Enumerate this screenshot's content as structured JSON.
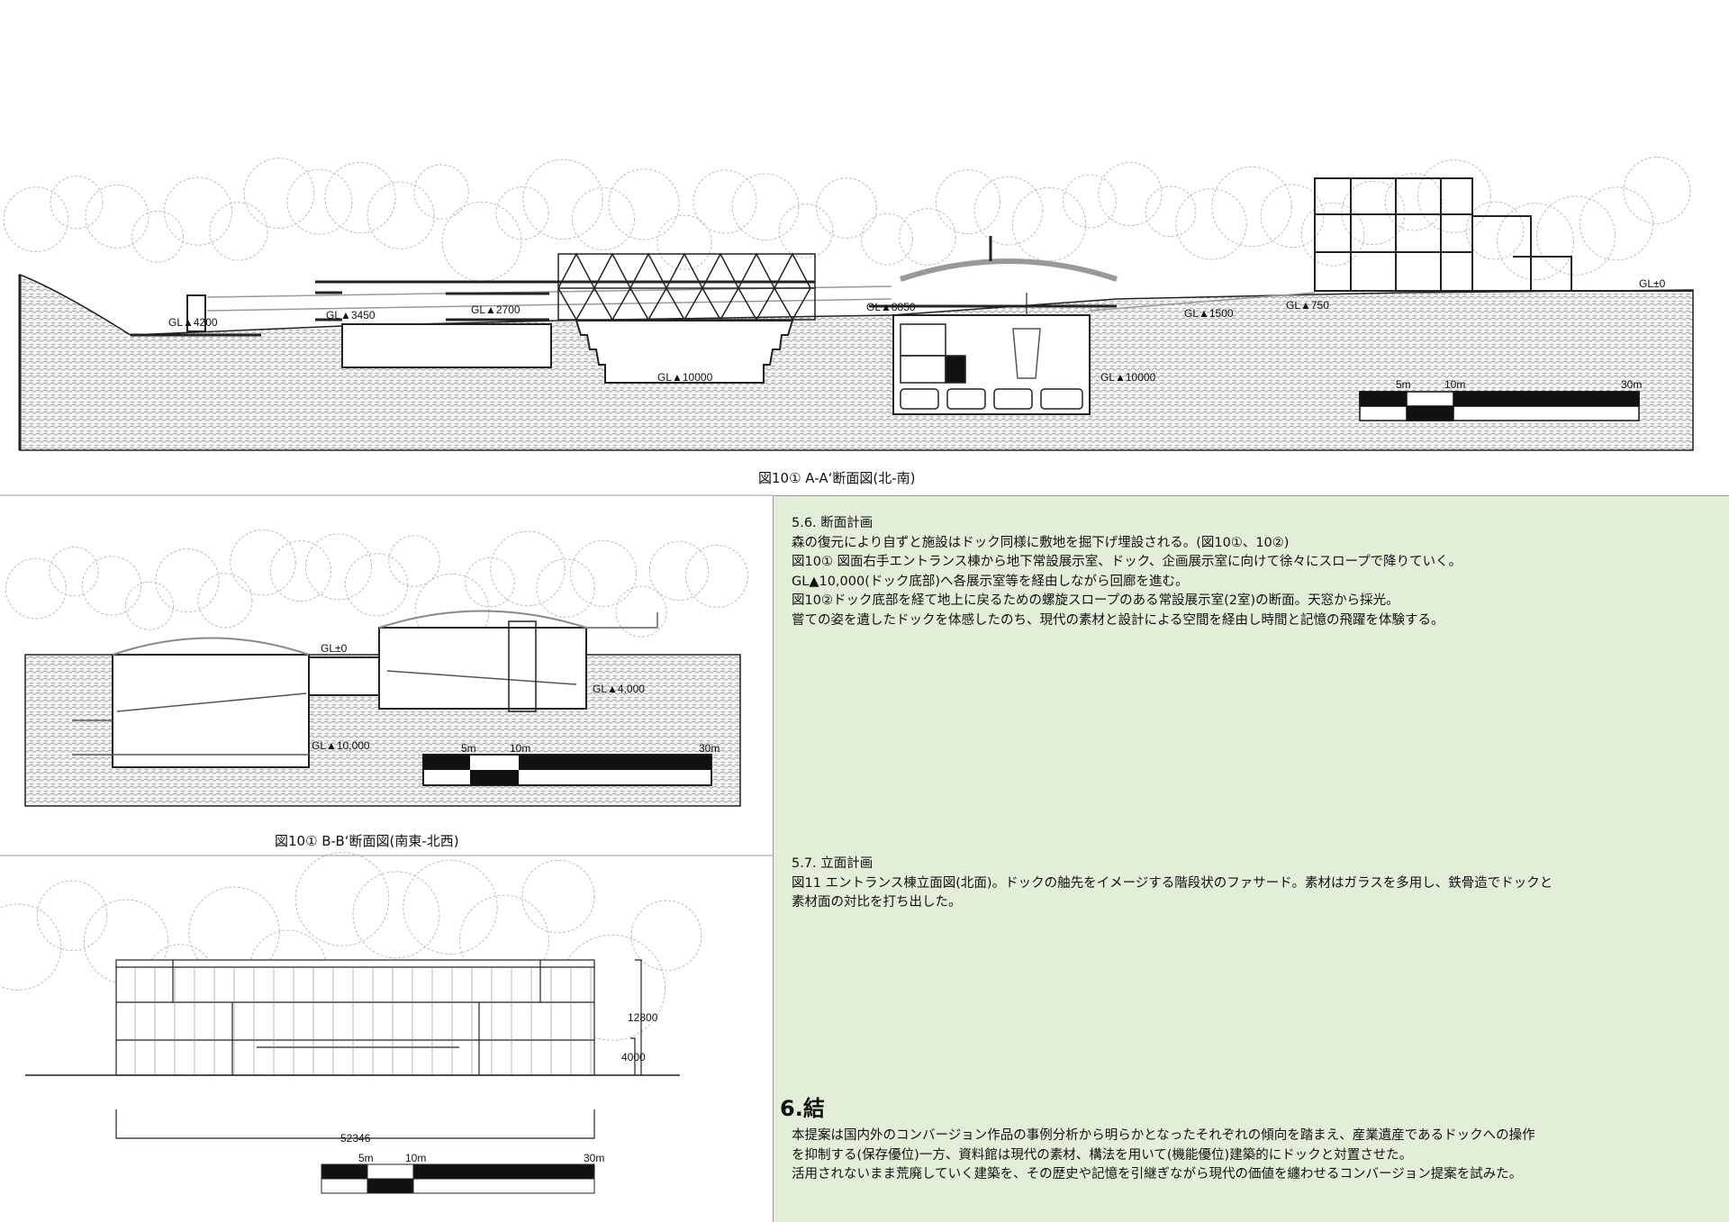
{
  "section_aa": {
    "caption": "図10① A-A‘断面図(北-南)",
    "levels": [
      "GL▲4200",
      "GL▲3450",
      "GL▲2700",
      "GL▲8850",
      "GL▲10000",
      "GL▲10000",
      "GL▲1500",
      "GL▲750",
      "GL±0"
    ],
    "scale": [
      "5m",
      "10m",
      "30m"
    ]
  },
  "section_bb": {
    "caption": "図10① B-B‘断面図(南東-北西)",
    "levels": [
      "GL±0",
      "GL▲4,000",
      "GL▲10,000"
    ],
    "scale": [
      "5m",
      "10m",
      "30m"
    ]
  },
  "elevation": {
    "height_total": "12800",
    "height_ground_floor": "4000",
    "width": "52346",
    "scale": [
      "5m",
      "10m",
      "30m"
    ]
  },
  "text": {
    "s56": {
      "heading": "5.6.  断面計画",
      "lines": [
        "森の復元により自ずと施設はドック同様に敷地を掘下げ埋設される。(図10①、10②)",
        "図10① 図面右手エントランス棟から地下常設展示室、ドック、企画展示室に向けて徐々にスロープで降りていく。",
        "GL▲10,000(ドック底部)へ各展示室等を経由しながら回廊を進む。",
        "図10②ドック底部を経て地上に戻るための螺旋スロープのある常設展示室(2室)の断面。天窓から採光。",
        "嘗ての姿を遺したドックを体感したのち、現代の素材と設計による空間を経由し時間と記憶の飛躍を体験する。"
      ]
    },
    "s57": {
      "heading": "5.7.  立面計画",
      "lines": [
        "図11 エントランス棟立面図(北面)。ドックの舳先をイメージする階段状のファサード。素材はガラスを多用し、鉄骨造でドックと",
        "素材面の対比を打ち出した。"
      ]
    },
    "s6": {
      "heading": "6.結",
      "lines": [
        "本提案は国内外のコンバージョン作品の事例分析から明らかとなったそれぞれの傾向を踏まえ、産業遺産であるドックへの操作",
        "を抑制する(保存優位)一方、資料館は現代の素材、構法を用いて(機能優位)建築的にドックと対置させた。",
        "活用されないまま荒廃していく建築を、その歴史や記憶を引継ぎながら現代の価値を纏わせるコンバージョン提案を試みた。"
      ]
    }
  },
  "colors": {
    "panel": "#e3eed8",
    "soil": "#d8d8d8",
    "trees": "#bdbdbd",
    "accent": "#6fd6e6"
  }
}
